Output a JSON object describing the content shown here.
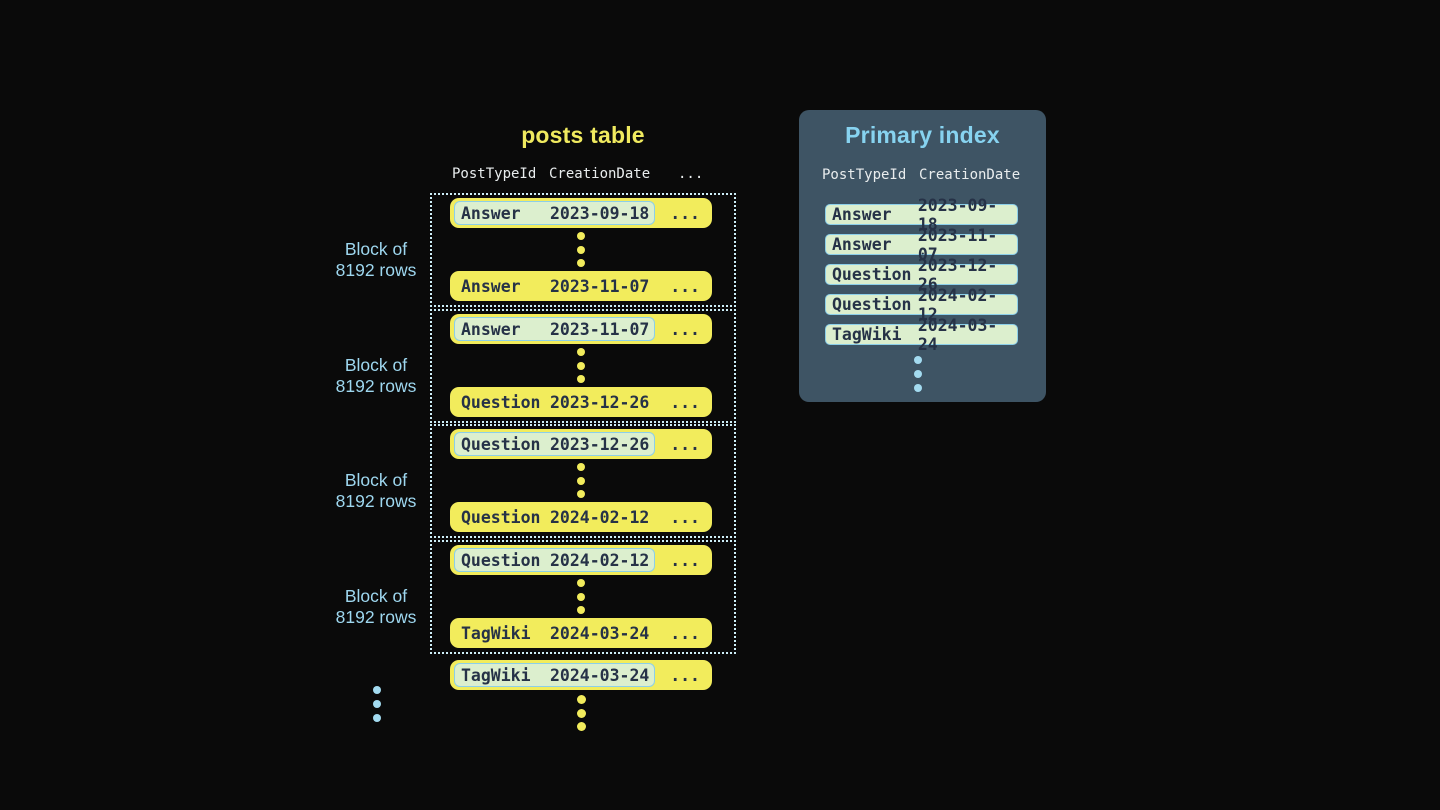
{
  "posts_table": {
    "title": "posts table",
    "columns": [
      "PostTypeId",
      "CreationDate",
      "..."
    ],
    "block_label": [
      "Block of",
      "8192 rows"
    ],
    "row_ellipsis": "...",
    "blocks": [
      {
        "first": {
          "type": "Answer",
          "date": "2023-09-18"
        },
        "last": {
          "type": "Answer",
          "date": "2023-11-07"
        }
      },
      {
        "first": {
          "type": "Answer",
          "date": "2023-11-07"
        },
        "last": {
          "type": "Question",
          "date": "2023-12-26"
        }
      },
      {
        "first": {
          "type": "Question",
          "date": "2023-12-26"
        },
        "last": {
          "type": "Question",
          "date": "2024-02-12"
        }
      },
      {
        "first": {
          "type": "Question",
          "date": "2024-02-12"
        },
        "last": {
          "type": "TagWiki",
          "date": "2024-03-24"
        }
      }
    ],
    "overflow_row": {
      "type": "TagWiki",
      "date": "2024-03-24"
    }
  },
  "primary_index": {
    "title": "Primary index",
    "columns": [
      "PostTypeId",
      "CreationDate"
    ],
    "rows": [
      {
        "type": "Answer",
        "date": "2023-09-18"
      },
      {
        "type": "Answer",
        "date": "2023-11-07"
      },
      {
        "type": "Question",
        "date": "2023-12-26"
      },
      {
        "type": "Question",
        "date": "2024-02-12"
      },
      {
        "type": "TagWiki",
        "date": "2024-03-24"
      }
    ]
  },
  "colors": {
    "background": "#0a0a0a",
    "row_yellow": "#f2ec5c",
    "highlight_mint": "#dcefce",
    "highlight_border": "#8ccfe9",
    "panel_slate": "#3e5464",
    "accent_blue": "#8fd3ef",
    "dark_text": "#263247",
    "header_text": "#e9edee",
    "dotted_border": "#cdeef7"
  }
}
